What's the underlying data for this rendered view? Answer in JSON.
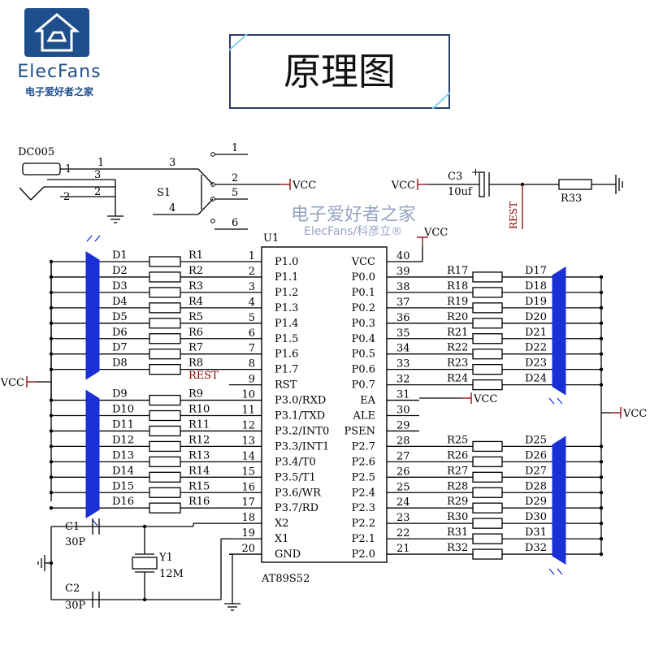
{
  "brand": {
    "name": "ElecFans",
    "subtitle": "电子爱好者之家"
  },
  "title": "原理图",
  "watermark": {
    "line1": "电子爱好者之家",
    "line2": "ElecFans/科彦立®"
  },
  "power": {
    "jack": "DC005",
    "switch": "S1",
    "jack_pins": [
      "1",
      "1",
      "3",
      "2",
      "2"
    ],
    "switch_pins": [
      "3",
      "4",
      "1",
      "2",
      "5",
      "6"
    ],
    "vcc": "VCC"
  },
  "reset": {
    "cap": "C3",
    "cap_value": "10uf",
    "res": "R33",
    "net": "REST",
    "plus": "+"
  },
  "chip": {
    "ref": "U1",
    "part": "AT89S52",
    "left_pins": [
      {
        "num": "1",
        "name": "P1.0"
      },
      {
        "num": "2",
        "name": "P1.1"
      },
      {
        "num": "3",
        "name": "P1.2"
      },
      {
        "num": "4",
        "name": "P1.3"
      },
      {
        "num": "5",
        "name": "P1.4"
      },
      {
        "num": "6",
        "name": "P1.5"
      },
      {
        "num": "7",
        "name": "P1.6"
      },
      {
        "num": "8",
        "name": "P1.7"
      },
      {
        "num": "9",
        "name": "RST"
      },
      {
        "num": "10",
        "name": "P3.0/RXD"
      },
      {
        "num": "11",
        "name": "P3.1/TXD"
      },
      {
        "num": "12",
        "name": "P3.2/INT0"
      },
      {
        "num": "13",
        "name": "P3.3/INT1"
      },
      {
        "num": "14",
        "name": "P3.4/T0"
      },
      {
        "num": "15",
        "name": "P3.5/T1"
      },
      {
        "num": "16",
        "name": "P3.6/WR"
      },
      {
        "num": "17",
        "name": "P3.7/RD"
      },
      {
        "num": "18",
        "name": "X2"
      },
      {
        "num": "19",
        "name": "X1"
      },
      {
        "num": "20",
        "name": "GND"
      }
    ],
    "right_pins": [
      {
        "num": "40",
        "name": "VCC"
      },
      {
        "num": "39",
        "name": "P0.0"
      },
      {
        "num": "38",
        "name": "P0.1"
      },
      {
        "num": "37",
        "name": "P0.2"
      },
      {
        "num": "36",
        "name": "P0.3"
      },
      {
        "num": "35",
        "name": "P0.4"
      },
      {
        "num": "34",
        "name": "P0.5"
      },
      {
        "num": "33",
        "name": "P0.6"
      },
      {
        "num": "32",
        "name": "P0.7"
      },
      {
        "num": "31",
        "name": "EA"
      },
      {
        "num": "30",
        "name": "ALE"
      },
      {
        "num": "29",
        "name": "PSEN"
      },
      {
        "num": "28",
        "name": "P2.7"
      },
      {
        "num": "27",
        "name": "P2.6"
      },
      {
        "num": "26",
        "name": "P2.5"
      },
      {
        "num": "25",
        "name": "P2.4"
      },
      {
        "num": "24",
        "name": "P2.3"
      },
      {
        "num": "23",
        "name": "P2.2"
      },
      {
        "num": "22",
        "name": "P2.1"
      },
      {
        "num": "21",
        "name": "P2.0"
      }
    ]
  },
  "left_leds": {
    "top": [
      {
        "d": "D1",
        "r": "R1"
      },
      {
        "d": "D2",
        "r": "R2"
      },
      {
        "d": "D3",
        "r": "R3"
      },
      {
        "d": "D4",
        "r": "R4"
      },
      {
        "d": "D5",
        "r": "R5"
      },
      {
        "d": "D6",
        "r": "R6"
      },
      {
        "d": "D7",
        "r": "R7"
      },
      {
        "d": "D8",
        "r": "R8"
      }
    ],
    "bottom": [
      {
        "d": "D9",
        "r": "R9"
      },
      {
        "d": "D10",
        "r": "R10"
      },
      {
        "d": "D11",
        "r": "R11"
      },
      {
        "d": "D12",
        "r": "R12"
      },
      {
        "d": "D13",
        "r": "R13"
      },
      {
        "d": "D14",
        "r": "R14"
      },
      {
        "d": "D15",
        "r": "R15"
      },
      {
        "d": "D16",
        "r": "R16"
      }
    ],
    "rst_label": "REST"
  },
  "right_leds": {
    "top": [
      {
        "d": "D17",
        "r": "R17"
      },
      {
        "d": "D18",
        "r": "R18"
      },
      {
        "d": "D19",
        "r": "R19"
      },
      {
        "d": "D20",
        "r": "R20"
      },
      {
        "d": "D21",
        "r": "R21"
      },
      {
        "d": "D22",
        "r": "R22"
      },
      {
        "d": "D23",
        "r": "R23"
      },
      {
        "d": "D24",
        "r": "R24"
      }
    ],
    "bottom": [
      {
        "d": "D25",
        "r": "R25"
      },
      {
        "d": "D26",
        "r": "R26"
      },
      {
        "d": "D27",
        "r": "R27"
      },
      {
        "d": "D28",
        "r": "R28"
      },
      {
        "d": "D29",
        "r": "R29"
      },
      {
        "d": "D30",
        "r": "R30"
      },
      {
        "d": "D31",
        "r": "R31"
      },
      {
        "d": "D32",
        "r": "R32"
      }
    ]
  },
  "crystal": {
    "c1": "C1",
    "c1_value": "30P",
    "c2": "C2",
    "c2_value": "30P",
    "y1": "Y1",
    "y1_value": "12M"
  },
  "colors": {
    "wire": "#000000",
    "vcc": "#8b0000",
    "led": "#1a2fd6",
    "rest": "#8b0000",
    "ground": "#000000"
  }
}
